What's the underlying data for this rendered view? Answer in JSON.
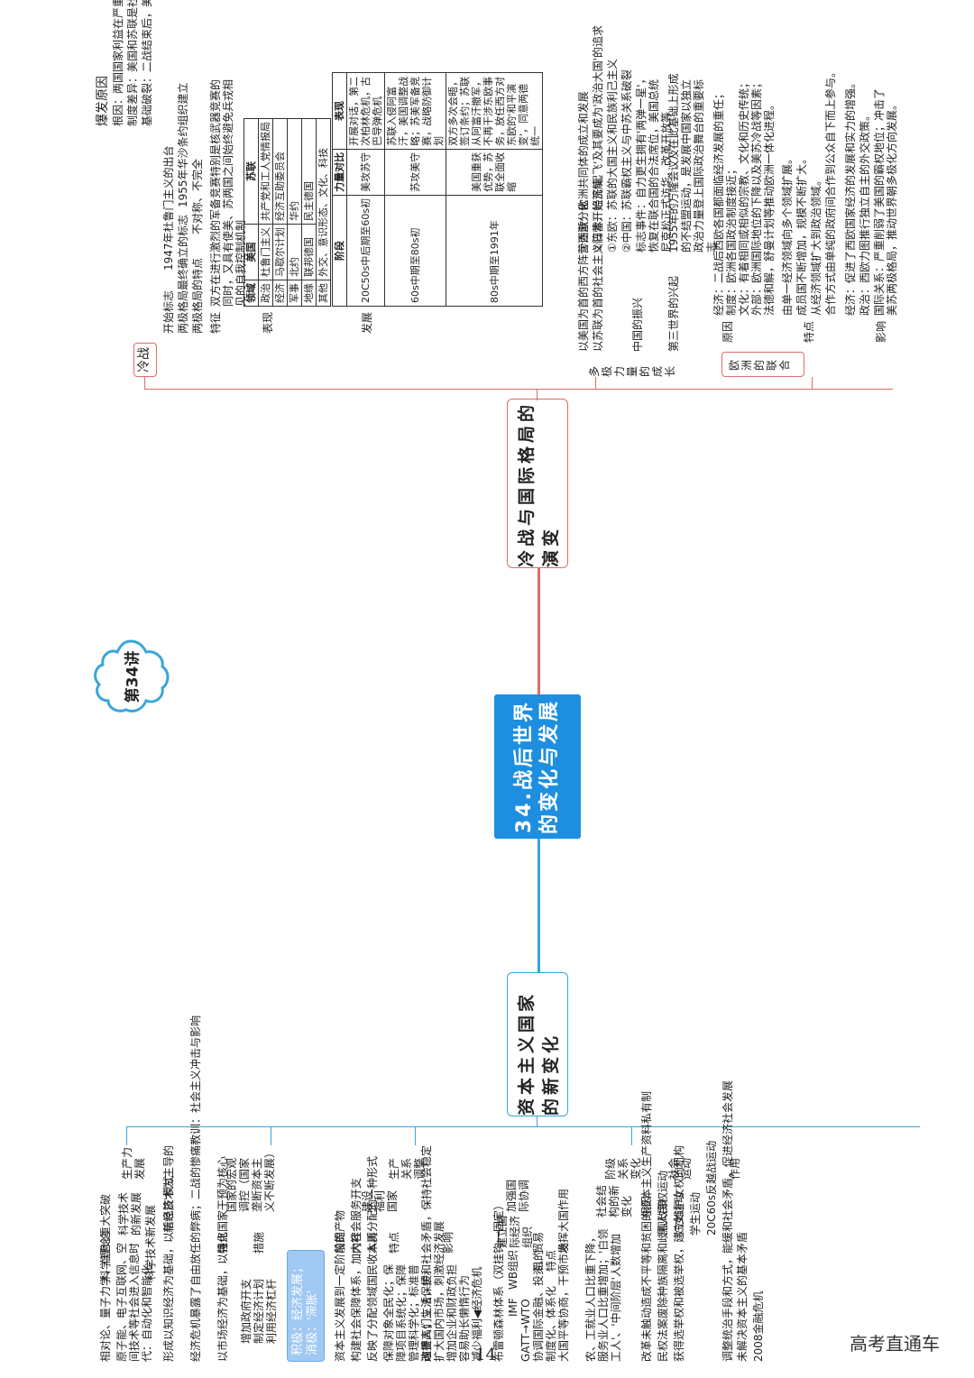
{
  "title": "34.战后世界的变化与发展",
  "lecture_badge": "第34讲",
  "page_number": "14",
  "watermark": "高考直通车",
  "colors": {
    "center": "#1e8fe0",
    "cold_war_branch": "#e06b6b",
    "capitalism_branch": "#3aa6d8"
  },
  "cold_war": {
    "branch": "冷战与国际格局的演变",
    "topic": "冷战",
    "outbreak": {
      "label": "爆发原因",
      "items": [
        "根因：两国国家利益在严重冲突，意识形态尖锐对立",
        "制度差异：美国和苏联是社会制度完全不同的超级大国",
        "基础破裂：二战结束后，美苏战时同盟基础不复存在"
      ]
    },
    "start": {
      "label": "开始标志",
      "value": "1947年杜鲁门主义的出台"
    },
    "final": {
      "label": "两极格局最终确立的标志",
      "value": "1955年华沙条约组织建立"
    },
    "feature": {
      "label": "两极格局的特点",
      "value": "不对称、不完全"
    },
    "character": {
      "label": "特征",
      "value": "双方在进行激烈的军备竞赛特别是核武器竞赛的同时，又具有使美、苏两国之间始终避免兵戎相见的自我控制机制"
    },
    "performance": {
      "label": "表现",
      "headers": [
        "领域",
        "美国",
        "苏联"
      ],
      "rows": [
        [
          "政治",
          "杜鲁门主义",
          "共产党和工人党情报局"
        ],
        [
          "经济",
          "马歇尔计划",
          "经济互助委员会"
        ],
        [
          "军事",
          "北约",
          "华约"
        ],
        [
          "地缘",
          "联邦德国",
          "民主德国"
        ],
        [
          "其他",
          "外交、意识形态、文化、科技",
          ""
        ]
      ]
    },
    "development": {
      "label": "发展",
      "headers": [
        "阶段",
        "力量对比",
        "表现"
      ],
      "rows": [
        [
          "20C50s中后期至60s初",
          "美攻苏守",
          "开展对话，第二次柏林危机，古巴导弹危机"
        ],
        [
          "60s中期至80s初",
          "苏攻美守",
          "苏联入侵阿富汗，美国调整战略；苏美军备竞赛，战略防御计划"
        ],
        [
          "80s中期至1991年",
          "美国重获优势，苏联全面收缩",
          "双方多次会晤，签订条约；苏联从阿富汗撤军，不再干涉东欧事务，放任西方对东欧的'和平演变'，同意两德统一"
        ]
      ]
    }
  },
  "multipolar": {
    "label": "多极力量的成长",
    "west": {
      "label": "以美国为首的西方阵营逐渐分化",
      "items": [
        "①西欧：欧洲共同体的成立和发展",
        "②日本：经济'起飞'及其要成为'政治大国'的追求"
      ]
    },
    "east": {
      "label": "以苏联为首的社会主义阵营开始瓦解",
      "items": [
        "①东欧：苏联的大国主义和民族利己主义",
        "②中国：苏联霸权主义与中苏关系破裂"
      ]
    },
    "china": {
      "label": "中国的振兴",
      "items": [
        "标志事件：自力更生拥有'两弹一星'，恢复在联合国的合法席位，美国总统尼克松正式访华，改革开放等"
      ]
    },
    "third": {
      "label": "第三世界的兴起",
      "items": [
        "1955年的万隆会议及在此基础上形成的不结盟运动，是发展中国家以独立政治力量登上国际政治舞台的重要标志"
      ]
    }
  },
  "europe": {
    "label": "欧洲的联合",
    "reason": {
      "label": "原因",
      "items": [
        "经济：二战后西欧各国都面临经济发展的重任；",
        "制度：欧洲各国政治制度接近；",
        "文化：有着相同或相似的宗教、文化和历史传统；",
        "外部：欧洲国际地位的下降以及美苏冷战等因素；",
        "法德和解，舒曼计划等推动欧洲一体化进程。"
      ]
    },
    "feature": {
      "label": "特点",
      "items": [
        "由单一经济领域向多个领域扩展。",
        "成员国不断增加，规模不断扩大。",
        "从经济领域扩大到政治领域。",
        "合作方式由单纯的政府间合作到公众自下而上参与。"
      ]
    },
    "impact": {
      "label": "影响",
      "items": [
        "经济：促进了西欧国家经济的发展和实力的增强。",
        "政治：西欧力图推行独立自主的外交政策。",
        "国际关系：严重削弱了美国的霸权地位；冲击了美苏两极格局，推动世界朝多极化方向发展。"
      ]
    }
  },
  "capitalism": {
    "branch": "资本主义国家的新变化",
    "productivity": {
      "label": "生产力发展",
      "tech": {
        "label": "科学技术的新发展",
        "theory": {
          "label": "科学理论重大突破",
          "value": "相对论、量子力学、信息论"
        },
        "new_tech": {
          "label": "科学技术新发展",
          "value": "原子能、电子互联网、空间技术等社会进入信息时代：自动化和智能化"
        }
      },
      "model": {
        "label": "'新经济'模式",
        "background": {
          "label": "背景",
          "value": "形成以知识经济为基础，以信息技术为主导的"
        }
      }
    },
    "macro": {
      "label": "国家的宏观调控（国家垄断资本主义不断发展）",
      "background": {
        "label": "背景",
        "value": "经济危机暴露了自由放任的弊病；二战的惨痛教训：社会主义冲击与影响"
      },
      "feature": {
        "label": "特点",
        "value": "以市场经济为基础，以强化国家干预为核心"
      },
      "measure": {
        "label": "措施",
        "items": [
          "增加政府开支",
          "制定经济计划",
          "利用经济杠杆"
        ]
      },
      "evaluation": {
        "label": "积极：经济发展；消极：'滞胀'"
      }
    },
    "relations": {
      "label": "生产关系调整",
      "welfare": {
        "label": "建设福利国家",
        "premise": {
          "label": "前提",
          "value": "资本主义发展到一定阶段的产物"
        },
        "content": {
          "label": "内容",
          "value": "构建社会保障体系，加大社会服务开支"
        },
        "essence": {
          "label": "本质",
          "value": "反映了分配领域国民收入再分配的一种形式"
        },
        "features": {
          "label": "特点",
          "value": "保障对象全民化；保障项目系统化；保障管理科学化；标准普遍提高；立法保护。"
        },
        "effects": {
          "label": "影响",
          "items": [
            "改善人们生活，缓和社会矛盾，保持社会稳定",
            "扩大国内市场，刺激经济发展",
            "增加企业和财政负担",
            "容易助长懒惰行为"
          ],
          "crisis": "减少福利◀经济危机"
        }
      },
      "coordination": {
        "label": "加强国际协调",
        "org": {
          "label": "建立国际经济组织",
          "bretton": "布雷顿森林体系（双挂钩一固定）",
          "org_label": "组织",
          "org_items": [
            "IMF",
            "WB"
          ],
          "gatt": "GATT→WTO",
          "aim": {
            "label": "目的",
            "value": "协调国际金融、投资、贸易"
          },
          "feat": {
            "label": "特点",
            "value": "制度化、体系化"
          },
          "market": "大国平等协商，干预市场"
        },
        "big": {
          "label": "发挥大国作用"
        }
      }
    },
    "class": {
      "label": "阶级关系变化",
      "structure": {
        "label": "社会结构的新变化",
        "value": "农、工就业人口比重下降，服务业人口比重增加；'白领工人'、'中间阶层'人数增加"
      },
      "movements": {
        "label": "社会运动",
        "roots": {
          "label": "根因",
          "value": "改革未触动造成不平等和贫困的资本主义生产资料私有制"
        },
        "items": [
          {
            "label": "黑人民权运动",
            "value": "民权法案废除种族隔离和歧视政策"
          },
          {
            "label": "妇女运动",
            "value": "获得选举权和被选举权，建立维护女权的机构"
          },
          {
            "label": "学生运动",
            "value": ""
          },
          {
            "label": "20C60s反越战运动",
            "value": ""
          }
        ],
        "effect": {
          "label": "作用",
          "items": [
            "调整统治手段和方式，能缓和社会矛盾，促进经济社会发展",
            "未解决资本主义的基本矛盾"
          ]
        }
      }
    },
    "crisis": "2008金融危机"
  }
}
